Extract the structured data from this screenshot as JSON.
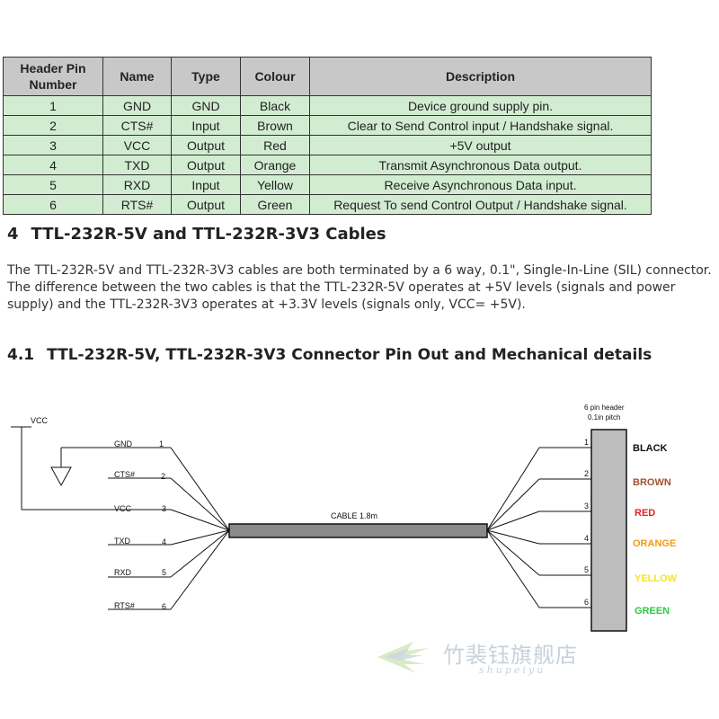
{
  "table": {
    "headers": {
      "pin_line1": "Header Pin",
      "pin_line2": "Number",
      "name": "Name",
      "type": "Type",
      "colour": "Colour",
      "description": "Description"
    },
    "rows": [
      {
        "pin": "1",
        "name": "GND",
        "type": "GND",
        "colour": "Black",
        "description": "Device ground supply pin."
      },
      {
        "pin": "2",
        "name": "CTS#",
        "type": "Input",
        "colour": "Brown",
        "description": "Clear to Send Control input / Handshake signal."
      },
      {
        "pin": "3",
        "name": "VCC",
        "type": "Output",
        "colour": "Red",
        "description": "+5V output"
      },
      {
        "pin": "4",
        "name": "TXD",
        "type": "Output",
        "colour": "Orange",
        "description": "Transmit Asynchronous Data output."
      },
      {
        "pin": "5",
        "name": "RXD",
        "type": "Input",
        "colour": "Yellow",
        "description": "Receive Asynchronous Data input."
      },
      {
        "pin": "6",
        "name": "RTS#",
        "type": "Output",
        "colour": "Green",
        "description": "Request To send Control Output / Handshake signal."
      }
    ]
  },
  "section4": {
    "number": "4",
    "title": "TTL-232R-5V and TTL-232R-3V3 Cables",
    "paragraph": "The TTL-232R-5V and TTL-232R-3V3 cables are both terminated by a 6 way, 0.1\", Single-In-Line (SIL) connector. The difference between the two cables is that the TTL-232R-5V operates at +5V levels (signals and power supply) and the TTL-232R-3V3 operates at +3.3V levels (signals only, VCC= +5V)."
  },
  "section41": {
    "number": "4.1",
    "title": "TTL-232R-5V,  TTL-232R-3V3 Connector Pin Out and Mechanical details"
  },
  "diagram": {
    "vcc_label": "VCC",
    "cable_label": "CABLE 1.8m",
    "header_label_line1": "6 pin header",
    "header_label_line2": "0.1in pitch",
    "left_pins": [
      {
        "name": "GND",
        "number": "1"
      },
      {
        "name": "CTS#",
        "number": "2"
      },
      {
        "name": "VCC",
        "number": "3"
      },
      {
        "name": "TXD",
        "number": "4"
      },
      {
        "name": "RXD",
        "number": "5"
      },
      {
        "name": "RTS#",
        "number": "6"
      }
    ],
    "right_pins": [
      {
        "number": "1",
        "colour": "BLACK",
        "color_hex": "#111111"
      },
      {
        "number": "2",
        "colour": "BROWN",
        "color_hex": "#a0522d"
      },
      {
        "number": "3",
        "colour": "RED",
        "color_hex": "#e52222"
      },
      {
        "number": "4",
        "colour": "ORANGE",
        "color_hex": "#f39c12"
      },
      {
        "number": "5",
        "colour": "YELLOW",
        "color_hex": "#f5e12a"
      },
      {
        "number": "6",
        "colour": "GREEN",
        "color_hex": "#2ecc40"
      }
    ]
  },
  "watermark": {
    "text": "竹裴钰旗舰店",
    "subtext": "shupeiyu"
  }
}
